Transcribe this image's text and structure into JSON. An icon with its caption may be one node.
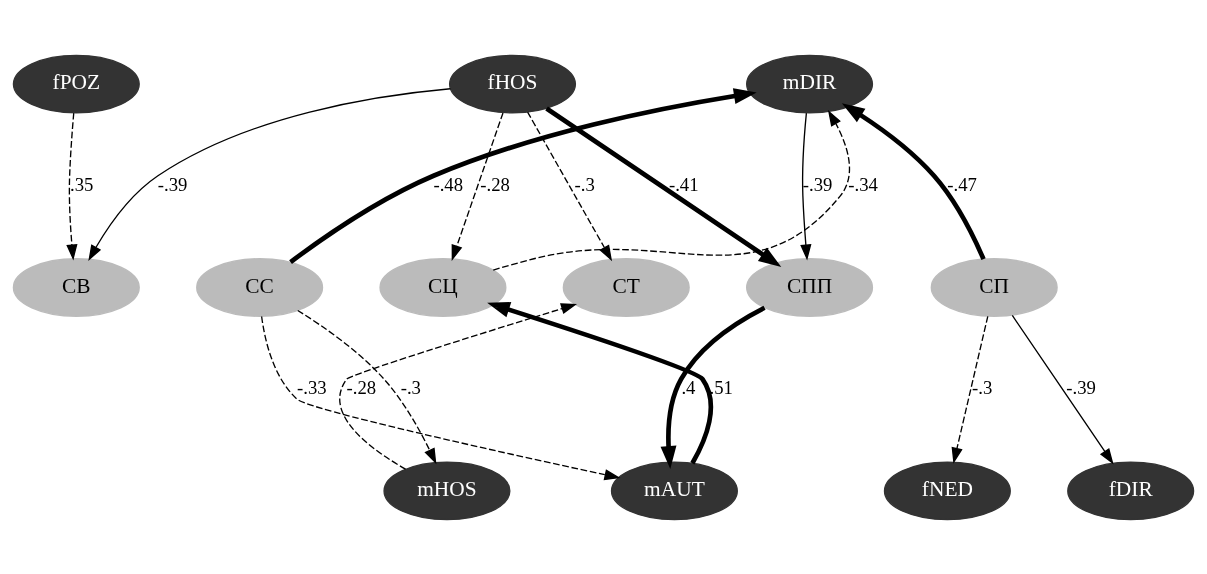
{
  "diagram": {
    "nodes": [
      {
        "text": [
          "fPOZ"
        ]
      },
      {
        "text": [
          "fHOS"
        ]
      },
      {
        "text": [
          "mDIR"
        ]
      },
      {
        "text": [
          "СВ"
        ]
      },
      {
        "text": [
          "СТ"
        ]
      },
      {
        "text": [
          "СПП"
        ]
      },
      {
        "text": [
          "СЦ"
        ]
      },
      {
        "text": [
          "СС"
        ]
      },
      {
        "text": [
          "СП"
        ]
      },
      {
        "text": [
          "mHOS"
        ]
      },
      {
        "text": [
          "mAUT"
        ]
      },
      {
        "text": [
          "fNED"
        ]
      },
      {
        "text": [
          "fDIR"
        ]
      }
    ],
    "edges": [
      {
        "from": 0,
        "to": 3,
        "arrow": "to",
        "label": ".35",
        "style": "dashed"
      },
      {
        "from": 1,
        "to": 3,
        "arrow": "to",
        "label": "-.39"
      },
      {
        "from": 1,
        "to": 4,
        "arrow": "to",
        "label": "-.3",
        "style": "dashed"
      },
      {
        "from": 1,
        "to": 5,
        "arrow": "to",
        "label": "-.41",
        "style": "thick"
      },
      {
        "from": 1,
        "to": 6,
        "arrow": "to",
        "label": "-.28",
        "style": "dashed"
      },
      {
        "from": 2,
        "to": 5,
        "arrow": "to",
        "label": "-.39"
      },
      {
        "from": 6,
        "to": 2,
        "arrow": "to",
        "label": "-.34",
        "style": "dashed"
      },
      {
        "from": 7,
        "to": 2,
        "arrow": "to",
        "label": "-.48",
        "style": "thick"
      },
      {
        "from": 8,
        "to": 2,
        "arrow": "to",
        "label": "-.47",
        "style": "thick"
      },
      {
        "from": 9,
        "to": 4,
        "arrow": "to",
        "label": "-.28",
        "style": "dashed"
      },
      {
        "from": 5,
        "to": 10,
        "arrow": "to",
        "label": ".4",
        "style": "thick"
      },
      {
        "from": 10,
        "to": 6,
        "arrow": "to",
        "label": ".51",
        "style": "thick"
      },
      {
        "from": 7,
        "to": 10,
        "arrow": "to",
        "label": "-.33",
        "style": "dashed"
      },
      {
        "from": 7,
        "to": 9,
        "arrow": "to",
        "label": "-.3",
        "style": "dashed"
      },
      {
        "from": 8,
        "to": 11,
        "arrow": "to",
        "label": "-.3",
        "style": "dashed"
      },
      {
        "from": 8,
        "to": 12,
        "arrow": "to",
        "label": "-.39"
      }
    ]
  }
}
